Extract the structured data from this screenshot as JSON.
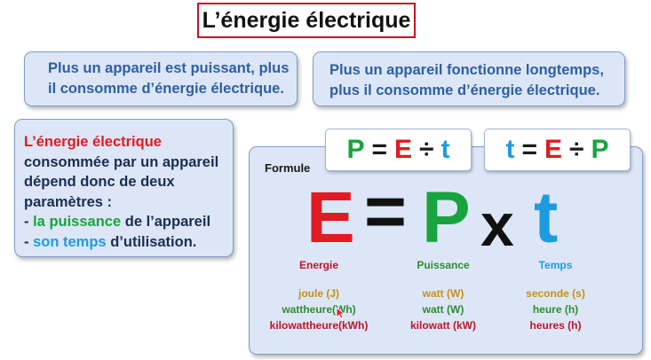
{
  "title": "L’énergie électrique",
  "card1": {
    "line1": "Plus un appareil est puissant, plus",
    "line2": "il consomme d’énergie électrique."
  },
  "card2": {
    "line1": "Plus un appareil fonctionne longtemps,",
    "line2": "plus il consomme d’énergie électrique."
  },
  "card3": {
    "line1_red": "L’énergie électrique",
    "line2": "consommée par un appareil",
    "line3": "dépend donc de deux",
    "line4": "paramètres :",
    "line5_prefix": "- ",
    "line5_green": "la puissance",
    "line5_suffix": " de l’appareil",
    "line6_prefix": "- ",
    "line6_blue": "son temps",
    "line6_suffix": " d’utilisation."
  },
  "formula": {
    "label": "Formule",
    "mini1": {
      "a": "P",
      "eq": "=",
      "b": "E",
      "op": "÷",
      "c": "t"
    },
    "mini2": {
      "a": "t",
      "eq": "=",
      "b": "E",
      "op": "÷",
      "c": "P"
    },
    "main": {
      "e": "E",
      "eq": "=",
      "p": "P",
      "x": "x",
      "t": "t"
    },
    "columns": [
      {
        "head": "Energie",
        "units": [
          "joule (J)",
          "wattheure(Wh)",
          "kilowattheure(kWh)"
        ]
      },
      {
        "head": "Puissance",
        "units": [
          "watt (W)",
          "watt (W)",
          "kilowatt (kW)"
        ]
      },
      {
        "head": "Temps",
        "units": [
          "seconde (s)",
          "heure (h)",
          "heures (h)"
        ]
      }
    ]
  },
  "colors": {
    "red": "#e01b24",
    "green": "#18a33e",
    "blue": "#1e9be0",
    "card_bg": "#dde6f6",
    "title_border": "#c0152a"
  }
}
